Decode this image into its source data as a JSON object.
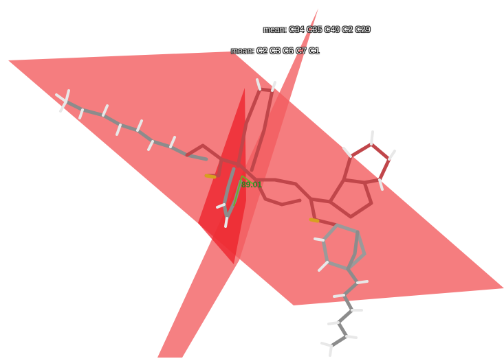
{
  "scene": {
    "plane_labels": [
      "mean: C34 C35 C40 C2 C29",
      "mean: C2 C3 C6 C7 C1"
    ],
    "angle_label": "89.01"
  },
  "colors": {
    "plane": "#f25c5f",
    "plane_overlap": "#ec1f28",
    "bond_carbon": "#8c8c8c",
    "bond_highlight": "#c0464a",
    "sulfur": "#d6a020",
    "hydrogen": "#f0f0f0",
    "angle": "#6ab02a"
  }
}
